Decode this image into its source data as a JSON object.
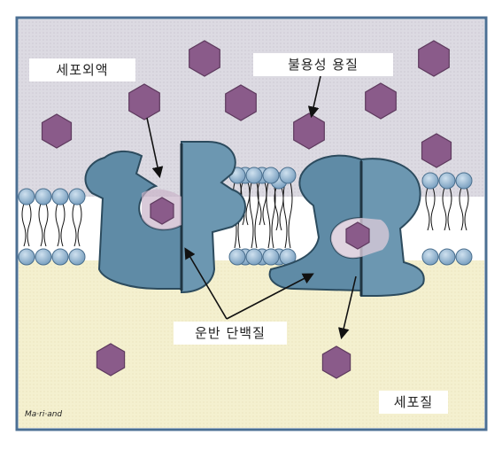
{
  "labels": {
    "extracellular": "세포외액",
    "insoluble_solute": "불용성 용질",
    "carrier_protein": "운반 단백질",
    "cytoplasm": "세포질",
    "signature": "Ma·ri·and"
  },
  "colors": {
    "extracellular_fill": "#dcdae2",
    "cytoplasm_fill": "#f4f0cf",
    "membrane_head": "#8fb4d2",
    "protein": "#5f8ba6",
    "protein_dark": "#2c4b5e",
    "solute": "#8a5b8a",
    "frame": "#4b6f93"
  }
}
